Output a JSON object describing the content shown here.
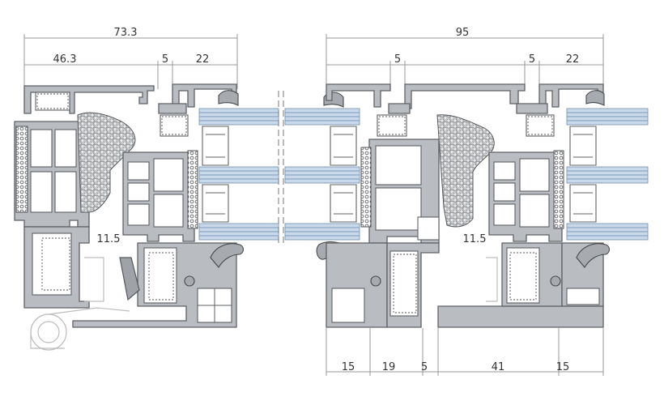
{
  "left_section": {
    "top_overall": "73.3",
    "top_segment_a": "46.3",
    "top_segment_b": "5",
    "top_segment_c": "22",
    "inner_width": "11.5"
  },
  "right_section": {
    "top_overall": "95",
    "top_segment_a": "5",
    "top_segment_b": "5",
    "top_segment_c": "22",
    "inner_width": "11.5",
    "bottom_segments": [
      "15",
      "19",
      "5",
      "41",
      "15"
    ]
  },
  "colors": {
    "aluminum": "#b9bcc0",
    "outline": "#5e6165",
    "glass": "#c9d9ea",
    "insulation": "#c4c6c8"
  }
}
